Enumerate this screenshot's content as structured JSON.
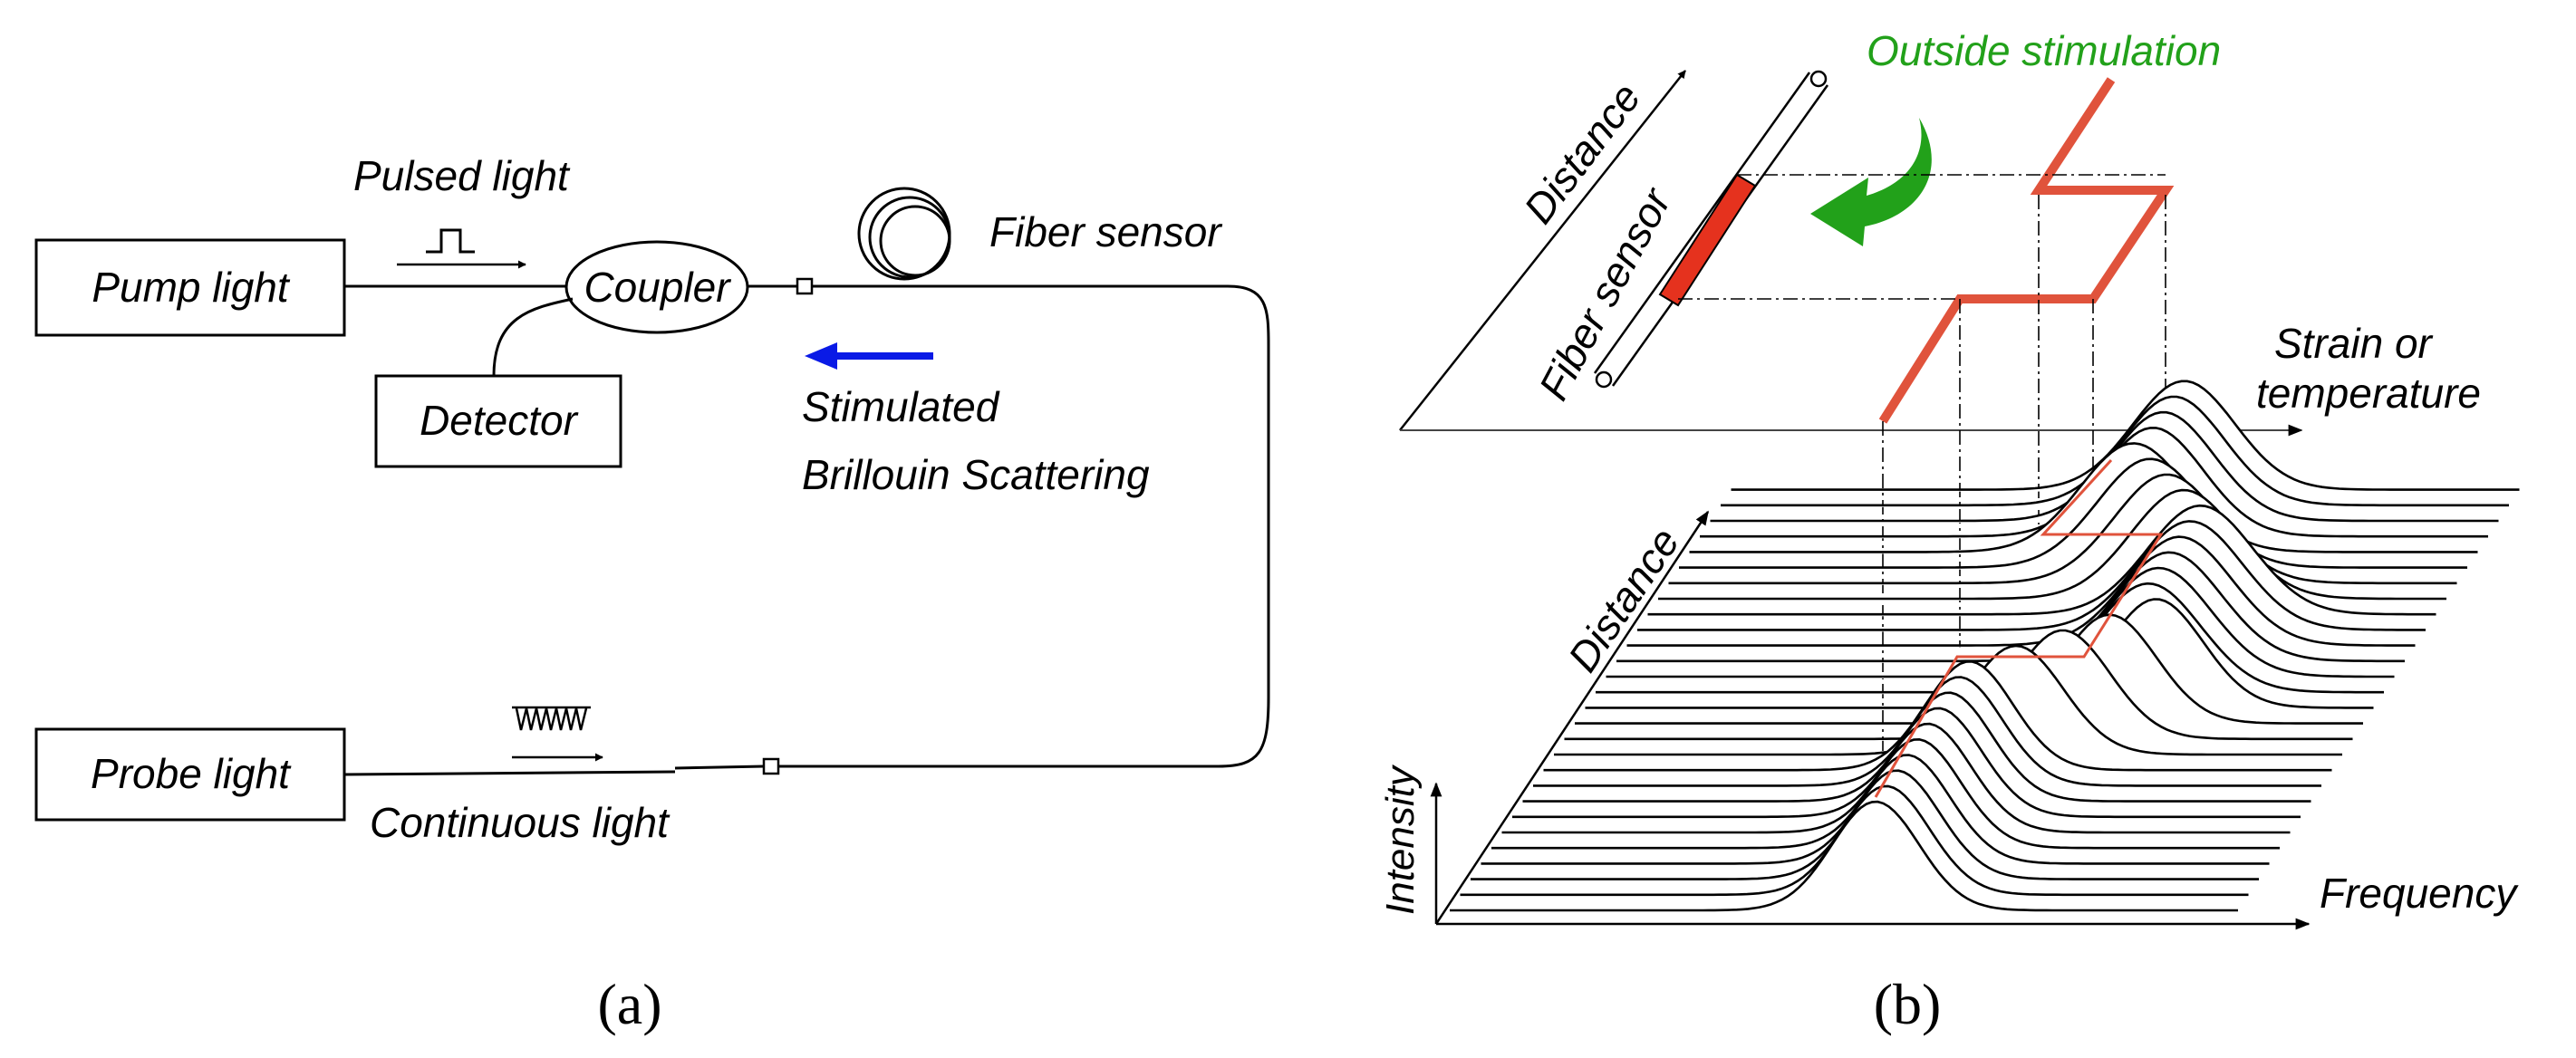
{
  "panel_a": {
    "caption": "(a)",
    "pump_light": "Pump light",
    "pulsed_light": "Pulsed light",
    "coupler": "Coupler",
    "detector": "Detector",
    "fiber_sensor": "Fiber sensor",
    "sbs_line1": "Stimulated",
    "sbs_line2": "Brillouin Scattering",
    "probe_light": "Probe light",
    "continuous_light": "Continuous light"
  },
  "panel_b": {
    "caption": "(b)",
    "outside_stimulation": "Outside stimulation",
    "distance_top": "Distance",
    "fiber_sensor": "Fiber sensor",
    "strain_line1": "Strain or",
    "strain_line2": "temperature",
    "distance_bottom": "Distance",
    "intensity": "Intensity",
    "frequency": "Frequency"
  },
  "colors": {
    "stimulation_green": "#22a11a",
    "sbs_arrow_blue": "#0a1ae6",
    "fiber_segment_red": "#e5321e",
    "profile_red": "#e0533c"
  }
}
